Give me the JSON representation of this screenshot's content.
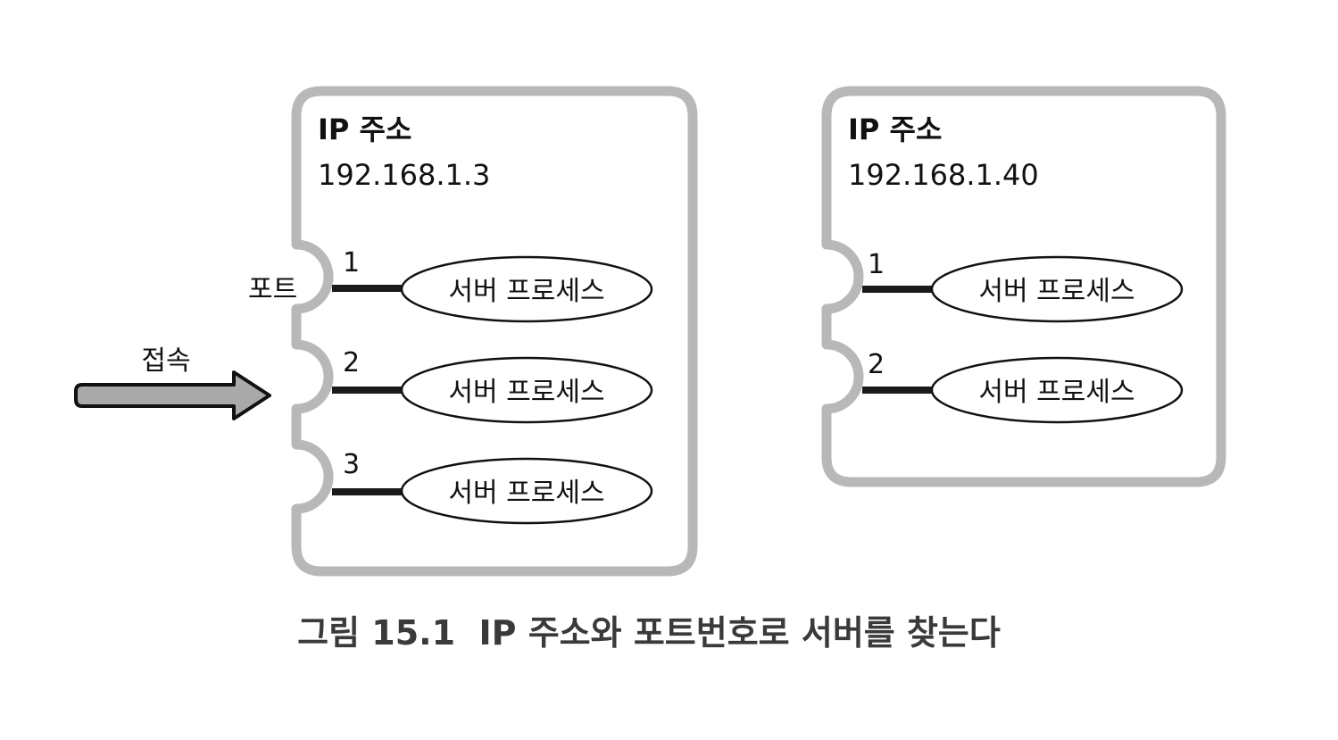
{
  "hosts": [
    {
      "ip_label": "IP 주소",
      "ip_value": "192.168.1.3",
      "port_label": "포트",
      "ports": [
        {
          "number": "1",
          "process": "서버 프로세스"
        },
        {
          "number": "2",
          "process": "서버 프로세스"
        },
        {
          "number": "3",
          "process": "서버 프로세스"
        }
      ]
    },
    {
      "ip_label": "IP 주소",
      "ip_value": "192.168.1.40",
      "ports": [
        {
          "number": "1",
          "process": "서버 프로세스"
        },
        {
          "number": "2",
          "process": "서버 프로세스"
        }
      ]
    }
  ],
  "connection_label": "접속",
  "caption": "그림 15.1  IP 주소와 포트번호로 서버를 찾는다",
  "colors": {
    "box_border": "#b8b8b8",
    "arrow_fill": "#a9a9a9",
    "line": "#1a1a1a",
    "caption": "#3a3a3a"
  }
}
